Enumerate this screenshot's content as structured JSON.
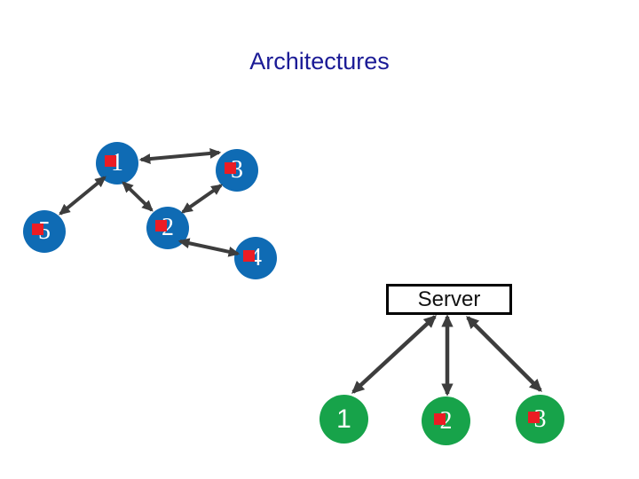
{
  "slide": {
    "title": "Architectures",
    "background_color": "#ffffff",
    "title_color": "#1b1b96"
  },
  "peer_network": {
    "description": "peer-to-peer mesh of numbered nodes",
    "node_color": "#0f6bb4",
    "marker_color": "#ec1c24",
    "label_color": "#ffffff",
    "nodes": [
      {
        "label": "1",
        "has_red_marker": true
      },
      {
        "label": "2",
        "has_red_marker": true
      },
      {
        "label": "3",
        "has_red_marker": true
      },
      {
        "label": "4",
        "has_red_marker": true
      },
      {
        "label": "5",
        "has_red_marker": true
      }
    ],
    "edges": [
      "1-3",
      "1-5",
      "1-2",
      "2-3",
      "2-4"
    ]
  },
  "client_server": {
    "server_label": "Server",
    "server_border_color": "#000000",
    "node_color": "#17a34a",
    "marker_color": "#ec1c24",
    "label_color": "#ffffff",
    "nodes": [
      {
        "label": "1",
        "has_red_marker": false
      },
      {
        "label": "2",
        "has_red_marker": true
      },
      {
        "label": "3",
        "has_red_marker": true
      }
    ],
    "edges": [
      "server-1",
      "server-2",
      "server-3"
    ]
  },
  "colors": {
    "arrow": "#3d3d3d"
  }
}
